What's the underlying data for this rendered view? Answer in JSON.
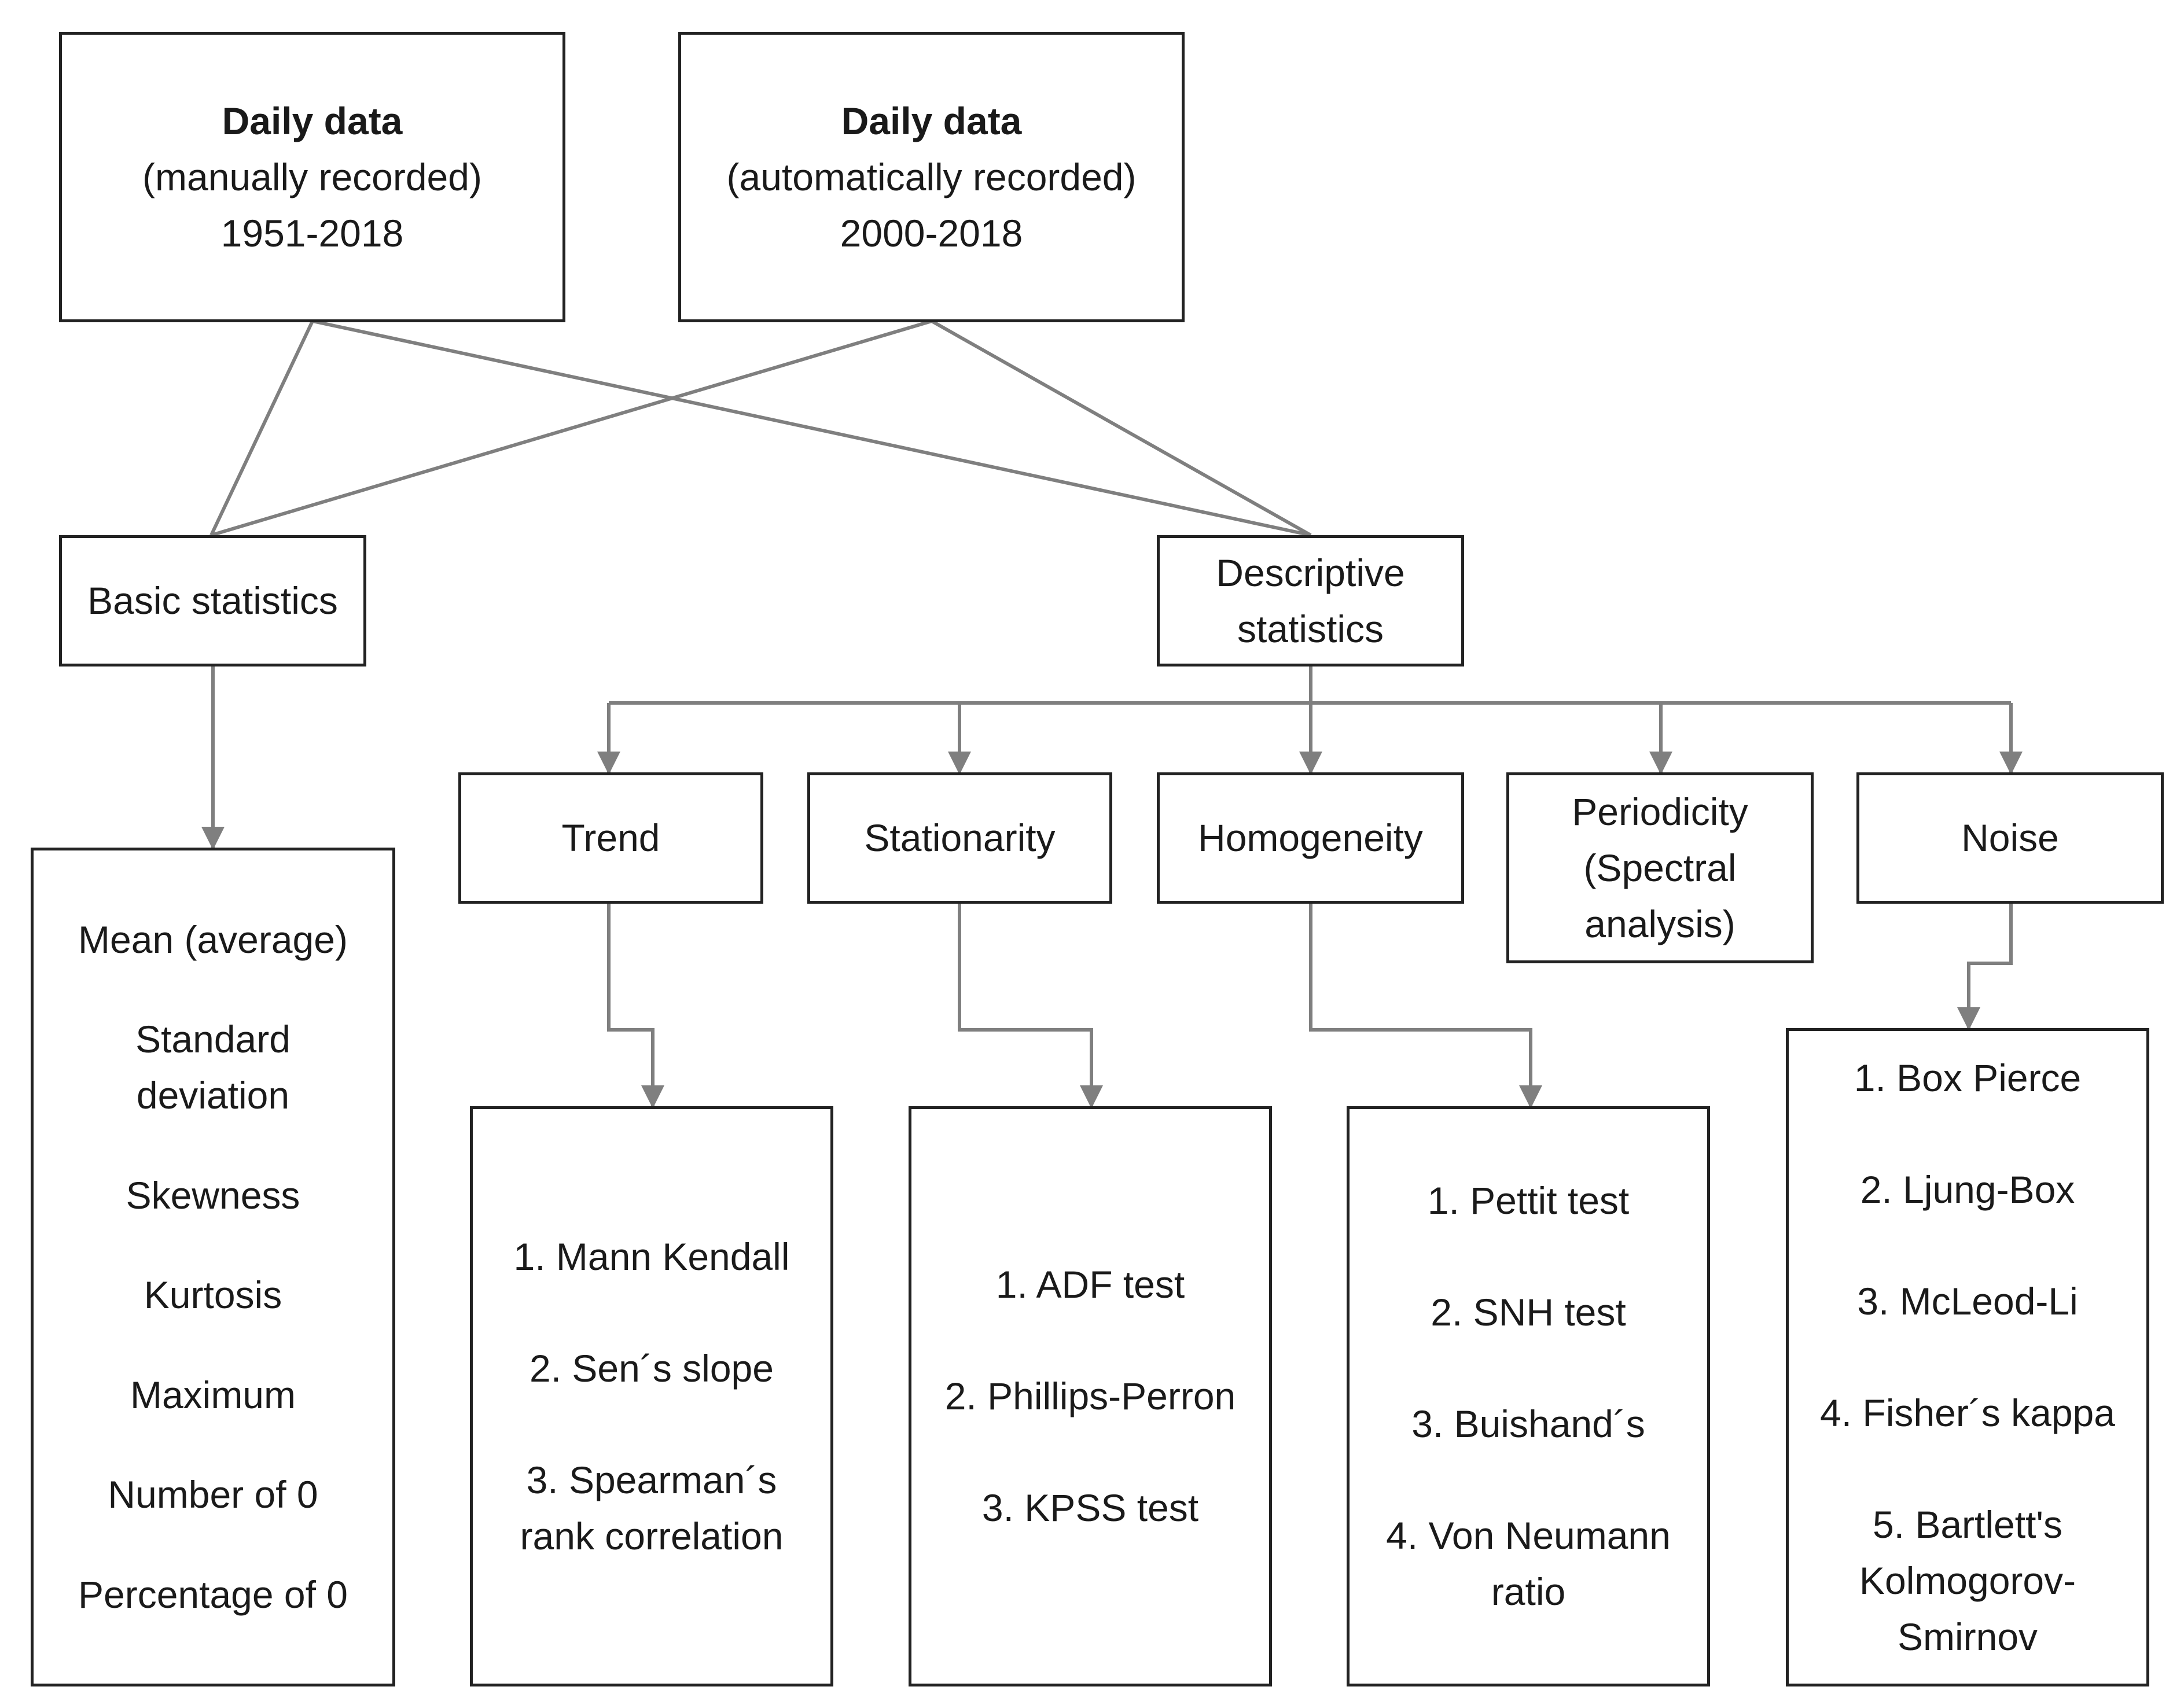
{
  "source_boxes": [
    {
      "title": "Daily data",
      "subtitle": "(manually recorded)",
      "period": "1951-2018"
    },
    {
      "title": "Daily data",
      "subtitle": "(automatically recorded)",
      "period": "2000-2018"
    }
  ],
  "basic_statistics": {
    "label": "Basic statistics",
    "items": [
      "Mean (average)",
      "Standard deviation",
      "Skewness",
      "Kurtosis",
      "Maximum",
      "Number of 0",
      "Percentage of 0"
    ]
  },
  "descriptive_statistics": {
    "label": "Descriptive statistics"
  },
  "categories": [
    {
      "label": "Trend",
      "methods": [
        "1. Mann Kendall",
        "2. Sen´s slope",
        "3. Spearman´s rank correlation"
      ]
    },
    {
      "label": "Stationarity",
      "methods": [
        "1. ADF test",
        "2. Phillips-Perron",
        "3. KPSS test"
      ]
    },
    {
      "label": "Homogeneity",
      "methods": [
        "1. Pettit test",
        "2. SNH test",
        "3. Buishand´s",
        "4. Von Neumann ratio"
      ]
    },
    {
      "label": "Periodicity (Spectral analysis)"
    },
    {
      "label": "Noise",
      "methods": [
        "1. Box Pierce",
        "2. Ljung-Box",
        "3. McLeod-Li",
        "4. Fisher´s kappa",
        "5. Bartlett's Kolmogorov-Smirnov"
      ]
    }
  ],
  "colors": {
    "box_border": "#222222",
    "connector": "#7f7f7f",
    "text": "#1a1a1a"
  }
}
